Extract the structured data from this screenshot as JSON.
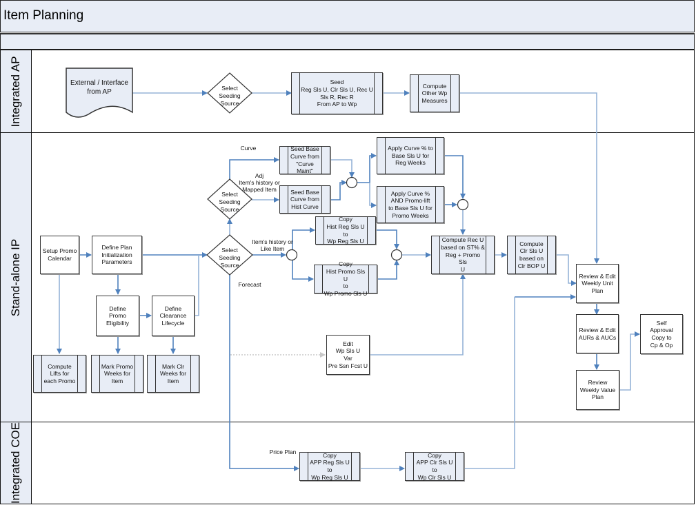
{
  "title": "Item Planning",
  "lanes": {
    "ap": "Integrated AP",
    "ip": "Stand-alone IP",
    "coe": "Integrated COE"
  },
  "nodes": {
    "external_ap": "External / Interface\nfrom AP",
    "select_ap": "Select\nSeeding\nSource",
    "seed_ap": "Seed\nReg Sls U, Clr Sls U, Rec U\nSls R, Rec R\nFrom AP to Wp",
    "compute_other": "Compute\nOther Wp\nMeasures",
    "seed_curve_maint": "Seed Base\nCurve from\n\"Curve\nMaint\"",
    "seed_hist_curve": "Seed Base\nCurve from\nHist Curve",
    "select_curve": "Select\nSeeding\nSource",
    "apply_reg": "Apply Curve % to\nBase Sls U for\nReg Weeks",
    "apply_promo": "Apply Curve %\nAND Promo-lift\nto Base Sls U for\nPromo Weeks",
    "setup_promo": "Setup Promo\nCalendar",
    "define_plan": "Define Plan\nInitialization\nParameters",
    "select_main": "Select\nSeeding\nSource",
    "copy_hist_reg": "Copy\nHist Reg Sls U\nto\nWp Reg Sls U",
    "copy_hist_promo": "Copy\nHist Promo Sls U\nto\nWp Promo Sls U",
    "compute_rec": "Compute Rec U\nbased on ST% &\nReg + Promo Sls\nU",
    "compute_clr": "Compute\nClr Sls U\nbased on\nClr BOP U",
    "review_unit": "Review & Edit\nWeekly Unit\nPlan",
    "define_promo_elig": "Define\nPromo\nEligibility",
    "define_clearance": "Define\nClearance\nLifecycle",
    "review_aur": "Review & Edit\nAURs & AUCs",
    "self_approval": "Self\nApproval\nCopy to\nCp & Op",
    "compute_lifts": "Compute\nLifts for\neach Promo",
    "mark_promo": "Mark Promo\nWeeks for\nItem",
    "mark_clr": "Mark Clr\nWeeks for\nItem",
    "edit_wp": "Edit\nWp Sls U\nVar\nPre Ssn Fcst U",
    "review_value": "Review\nWeekly Value\nPlan",
    "copy_app_reg": "Copy\nAPP Reg Sls U\nto\nWp Reg Sls U",
    "copy_app_clr": "Copy\nAPP Clr  Sls U\nto\nWp Clr  Sls U"
  },
  "edge_labels": {
    "curve": "Curve",
    "adj": "Adj\nItem's history or\nMapped Item",
    "items_history": "Item's history or\nLike Item",
    "forecast": "Forecast",
    "price_plan": "Price Plan"
  },
  "colors": {
    "band_fill": "#e8edf6",
    "process_fill": "#e8edf6",
    "connector": "#4f81bd",
    "connector_light": "#95b3d7",
    "dotted": "#c0c0c0"
  }
}
